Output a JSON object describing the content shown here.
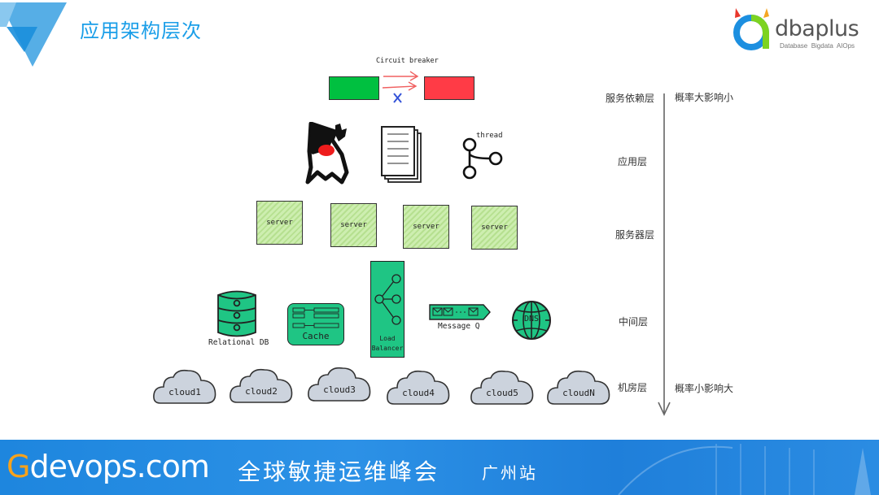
{
  "header": {
    "title": "应用架构层次",
    "logo": {
      "brand": "dbaplus",
      "tagline": "Database  Bigdata  AIOps"
    }
  },
  "diagram": {
    "circuit_breaker": {
      "label": "Circuit breaker",
      "left_color": "#00c040",
      "right_color": "#ff3b46"
    },
    "application": {
      "thread_label": "thread",
      "icons": [
        "java-duke-icon",
        "documents-icon",
        "thread-branch-icon"
      ]
    },
    "servers": [
      "server",
      "server",
      "server",
      "server"
    ],
    "middleware": {
      "db_label": "Relational DB",
      "cache_label": "Cache",
      "lb_label_1": "Load",
      "lb_label_2": "Balancer",
      "mq_label": "Message Q",
      "dns_label": "DNS",
      "fill_color": "#1fc584"
    },
    "clouds": [
      "cloud1",
      "cloud2",
      "cloud3",
      "cloud4",
      "cloud5",
      "cloudN"
    ],
    "layers": [
      "服务依赖层",
      "应用层",
      "服务器层",
      "中间层",
      "机房层"
    ],
    "axis": {
      "top_label": "概率大影响小",
      "bottom_label": "概率小影响大"
    }
  },
  "footer": {
    "brand_g": "G",
    "brand_rest": "devops.com",
    "event": "全球敏捷运维峰会",
    "city": "广州站"
  }
}
